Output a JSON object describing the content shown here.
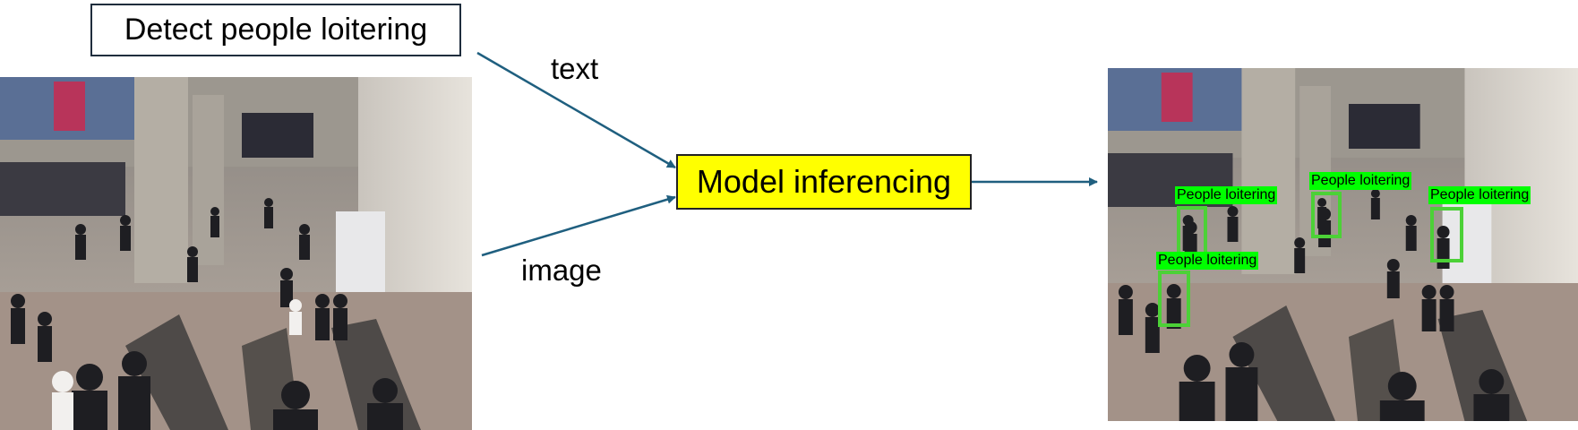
{
  "prompt": {
    "text": "Detect people loitering"
  },
  "edges": {
    "text_label": "text",
    "image_label": "image"
  },
  "model": {
    "label": "Model inferencing"
  },
  "detections": [
    {
      "label": "People loitering"
    },
    {
      "label": "People loitering"
    },
    {
      "label": "People loitering"
    },
    {
      "label": "People loitering"
    }
  ],
  "colors": {
    "arrow": "#1f5f7f",
    "model_fill": "#ffff00",
    "detection_box": "#4cd137",
    "detection_label_bg": "#00ff00"
  }
}
